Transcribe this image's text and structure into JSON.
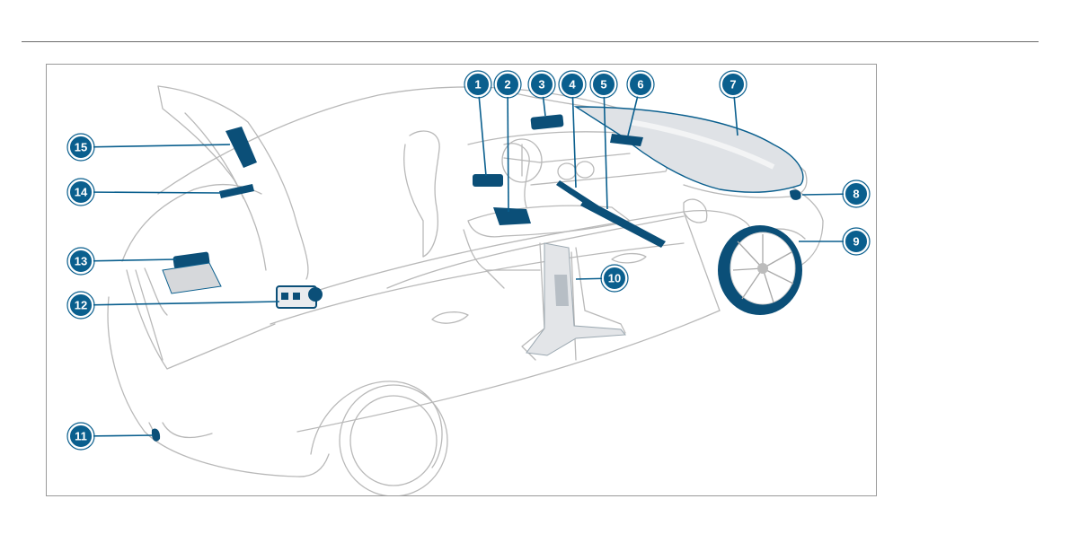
{
  "diagram": {
    "subject": "vehicle component location illustration",
    "accent_color": "#0a5f8e",
    "highlight_color": "#0b4f78",
    "outline_color": "#b9b9b9",
    "callouts": [
      "1",
      "2",
      "3",
      "4",
      "5",
      "6",
      "7",
      "8",
      "9",
      "10",
      "11",
      "12",
      "13",
      "14",
      "15"
    ]
  }
}
